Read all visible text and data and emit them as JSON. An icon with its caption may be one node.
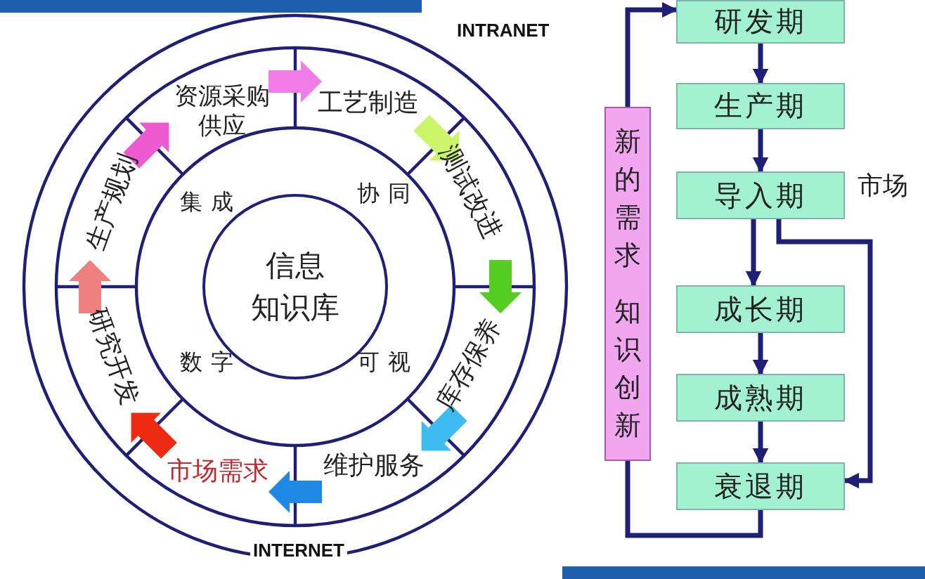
{
  "diagram": {
    "nodes": [
      {
        "text": [
          "信息知识库"
        ]
      },
      {
        "text": [
          "资源采购供应"
        ]
      },
      {
        "text": [
          "工艺制造"
        ]
      },
      {
        "text": [
          "测试改进"
        ]
      },
      {
        "text": [
          "库存保养"
        ]
      },
      {
        "text": [
          "维护服务"
        ]
      },
      {
        "text": [
          "市场需求"
        ]
      },
      {
        "text": [
          "研究开发"
        ]
      },
      {
        "text": [
          "生产规划"
        ]
      },
      {
        "text": [
          "研发期"
        ]
      },
      {
        "text": [
          "生产期"
        ]
      },
      {
        "text": [
          "导入期"
        ]
      },
      {
        "text": [
          "成长期"
        ]
      },
      {
        "text": [
          "成熟期"
        ]
      },
      {
        "text": [
          "衰退期"
        ]
      },
      {
        "text": [
          "新的需求",
          "知识创新"
        ]
      }
    ],
    "edges": [
      {
        "from": 1,
        "to": 2,
        "arrow": "to",
        "color": "#f07ce8"
      },
      {
        "from": 2,
        "to": 3,
        "arrow": "to",
        "color": "#ccf56a"
      },
      {
        "from": 3,
        "to": 4,
        "arrow": "to",
        "color": "#55cc22"
      },
      {
        "from": 4,
        "to": 5,
        "arrow": "to",
        "color": "#3cbcf0"
      },
      {
        "from": 5,
        "to": 6,
        "arrow": "to",
        "color": "#1e88e5"
      },
      {
        "from": 6,
        "to": 7,
        "arrow": "to",
        "color": "#ee2a12"
      },
      {
        "from": 7,
        "to": 8,
        "arrow": "to",
        "color": "#f08080"
      },
      {
        "from": 8,
        "to": 1,
        "arrow": "to",
        "color": "#ee5ad0"
      },
      {
        "from": 9,
        "to": 10,
        "arrow": "to"
      },
      {
        "from": 10,
        "to": 11,
        "arrow": "to"
      },
      {
        "from": 11,
        "to": 12,
        "arrow": "to"
      },
      {
        "from": 12,
        "to": 13,
        "arrow": "to"
      },
      {
        "from": 13,
        "to": 14,
        "arrow": "to"
      },
      {
        "from": 11,
        "to": 14,
        "arrow": "to"
      },
      {
        "from": 14,
        "to": 15,
        "arrow": "none"
      },
      {
        "from": 15,
        "to": 9,
        "arrow": "to"
      }
    ],
    "labels": [
      "INTRANET",
      "集成",
      "协同",
      "市场",
      "数字",
      "可视",
      "INTERNET"
    ]
  }
}
